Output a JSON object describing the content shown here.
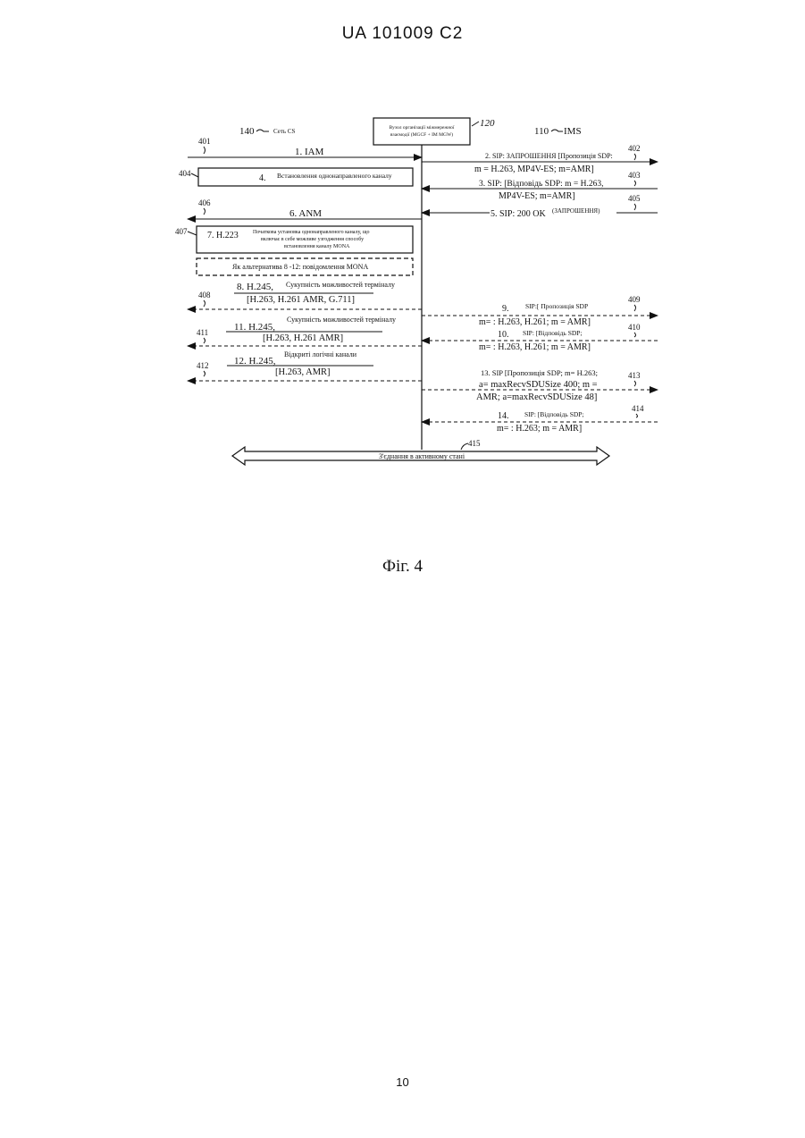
{
  "header": {
    "patent": "UA   101009   C2"
  },
  "page_number": "10",
  "figure_caption": "Фіг. 4",
  "diagram": {
    "cs_label": "140",
    "cs_text": "Сеть CS",
    "ims_label": "110",
    "ims_text": "IMS",
    "node_ref": "120",
    "node_line1": "Вузол організації міжмережної",
    "node_line2": "взаємодії (MGCF + IM MGW)",
    "ref_401": "401",
    "ref_402": "402",
    "ref_403": "403",
    "ref_404": "404",
    "ref_405": "405",
    "ref_406": "406",
    "ref_407": "407",
    "ref_408": "408",
    "ref_409": "409",
    "ref_410": "410",
    "ref_411": "411",
    "ref_412": "412",
    "ref_413": "413",
    "ref_414": "414",
    "ref_415": "415",
    "msg1": "1. IAM",
    "msg2_l1": "2. SIP: ЗАПРОШЕННЯ [Пропозиція SDP:",
    "msg2_l2": "m = H.263, MP4V-ES; m=AMR]",
    "msg3_l1": "3.        SIP: [Відповідь SDP:  m = H.263,",
    "msg3_l2": "MP4V-ES; m=AMR]",
    "msg4_num": "4.",
    "msg4_text": "Встановлення однонаправленого каналу",
    "msg5": "5. SIP: 200 OK",
    "msg5_sub": "(ЗАПРОШЕННЯ)",
    "msg6": "6. ANM",
    "msg7_num": "7. H.223",
    "msg7_l1": "Початкова установка однонаправленого каналу, що",
    "msg7_l2": "включає в себе можливе узгодження способу",
    "msg7_l3": "встановлення каналу MONA",
    "alt_text": "Як альтернатива 8 -12: повідомлення MONA",
    "msg8_num": "8.  H.245,",
    "msg8_top": "Сукупність можливостей терміналу",
    "msg8_bottom": "[H.263, H.261 AMR, G.711]",
    "msg9_num": "9.",
    "msg9_top": "SIP:[ Пропозиція SDP",
    "msg9_bottom": "m= : H.263, H.261; m = AMR]",
    "msg10_num": "10.",
    "msg10_top": "SIP: [Відповідь SDP;",
    "msg10_bottom": "m= : H.263, H.261; m = AMR]",
    "msg11_num": "11.  H.245,",
    "msg11_top": "Сукупність можливостей терміналу",
    "msg11_bottom": "[H.263, H.261 AMR]",
    "msg12_num": "12.  H.245,",
    "msg12_top": "Відкриті логічні канали",
    "msg12_bottom": "[H.263, AMR]",
    "msg13_l1": "13.     SIP [Пропозиція SDP; m= H.263;",
    "msg13_l2": "a= maxRecvSDUSize 400; m =",
    "msg13_l3": "AMR; a=maxRecvSDUSize 48]",
    "msg14_num": "14.",
    "msg14_top": "SIP: [Відповідь SDP;",
    "msg14_bottom": "m= : H.263; m = AMR]",
    "active_text": "З'єднання в активному стані"
  }
}
